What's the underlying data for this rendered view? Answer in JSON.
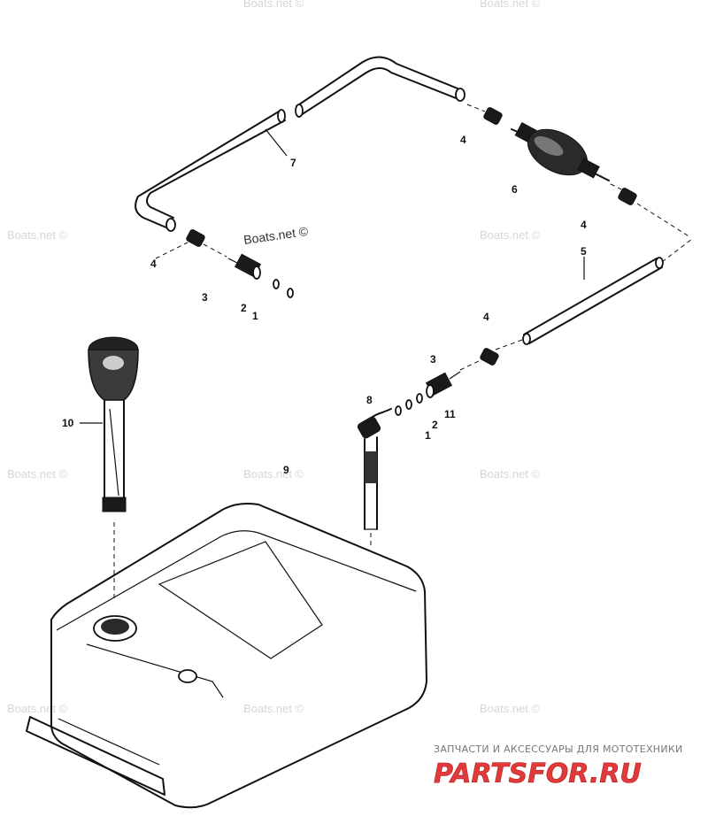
{
  "callouts": {
    "c1a": "1",
    "c2a": "2",
    "c3a": "3",
    "c4a": "4",
    "c4b": "4",
    "c4c": "4",
    "c4d": "4",
    "c5": "5",
    "c6": "6",
    "c7": "7",
    "c8": "8",
    "c9": "9",
    "c10": "10",
    "c3b": "3",
    "c2b": "2",
    "c1b": "1",
    "c11": "11"
  },
  "watermarks": {
    "main": "Boats.net ©",
    "repeat": "Boats.net ©"
  },
  "branding": {
    "tagline": "ЗАПЧАСТИ И АКСЕССУАРЫ ДЛЯ МОТОТЕХНИКИ",
    "logo": "PARTSFOR.RU"
  },
  "colors": {
    "line": "#111111",
    "watermark": "#d6d6d6",
    "logo": "#e03a3a"
  }
}
